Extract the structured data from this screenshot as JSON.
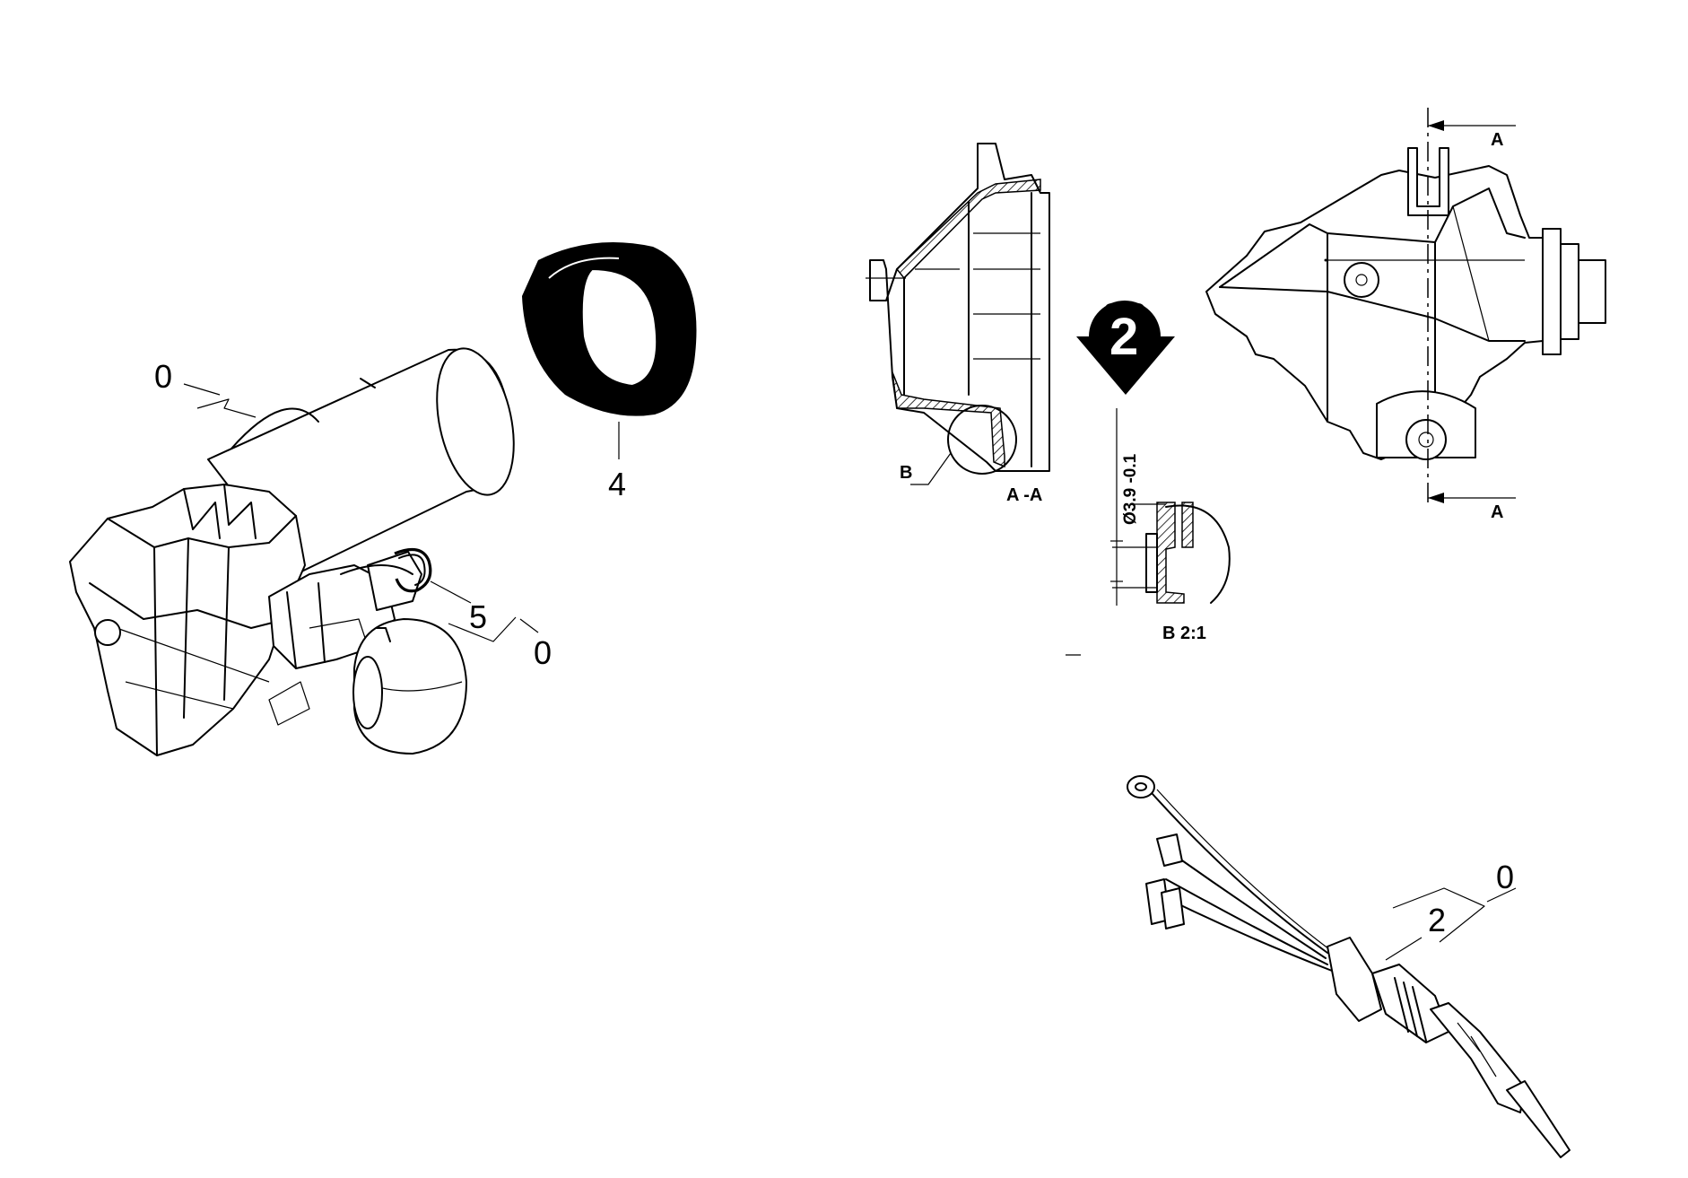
{
  "callouts": {
    "housing_ref": "0",
    "gasket_ref": "4",
    "oring_ref": "5",
    "oring_group_ref": "0",
    "cable_ref": "2",
    "cable_group_ref": "0"
  },
  "detail_marker": {
    "number": "2"
  },
  "section": {
    "view_label": "A -A",
    "cut_label_top": "A",
    "cut_label_bottom": "A",
    "detail_circle_label": "B",
    "detail_view_label": "B  2:1",
    "dimension": "Ø3.9  -0.1"
  }
}
